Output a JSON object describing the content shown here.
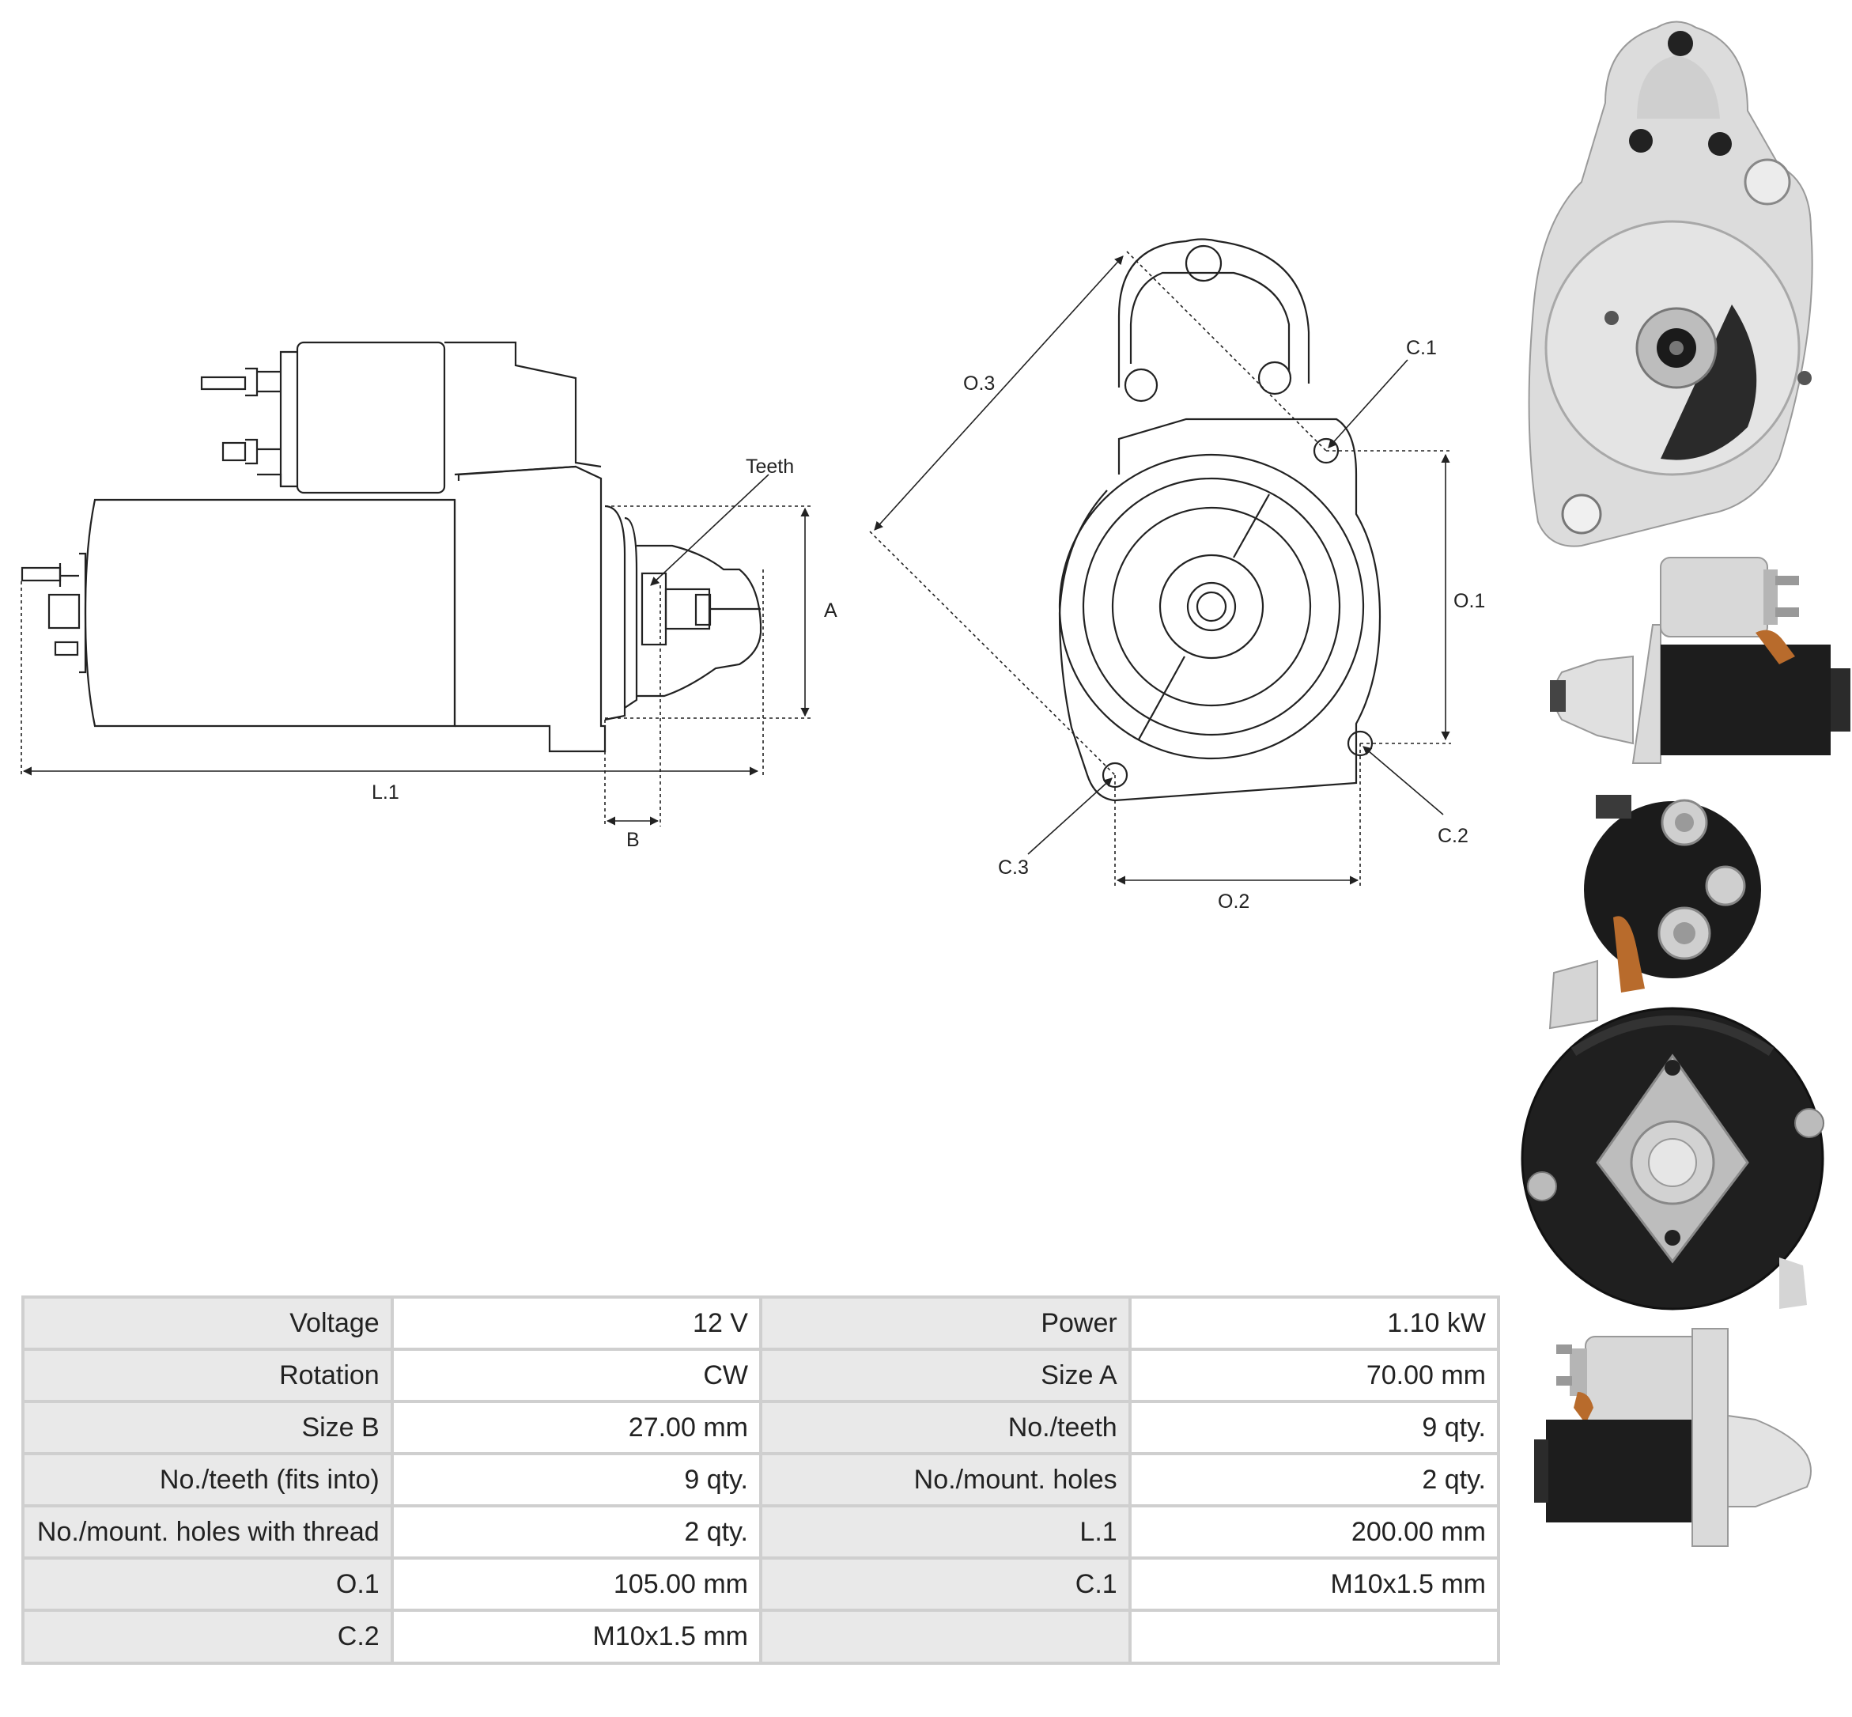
{
  "drawing": {
    "side_view": {
      "teeth": "Teeth",
      "a": "A",
      "b": "B",
      "l1": "L.1"
    },
    "front_view": {
      "o1": "O.1",
      "o2": "O.2",
      "o3": "O.3",
      "c1": "C.1",
      "c2": "C.2",
      "c3": "C.3"
    }
  },
  "photos": [
    "front-view-photo",
    "side-view-photo",
    "rear-view-photo",
    "opposite-side-photo"
  ],
  "specs": [
    [
      {
        "k": "Voltage",
        "v": "12 V"
      },
      {
        "k": "Power",
        "v": "1.10 kW"
      }
    ],
    [
      {
        "k": "Rotation",
        "v": "CW"
      },
      {
        "k": "Size A",
        "v": "70.00 mm"
      }
    ],
    [
      {
        "k": "Size B",
        "v": "27.00 mm"
      },
      {
        "k": "No./teeth",
        "v": "9 qty."
      }
    ],
    [
      {
        "k": "No./teeth (fits into)",
        "v": "9 qty."
      },
      {
        "k": "No./mount. holes",
        "v": "2 qty."
      }
    ],
    [
      {
        "k": "No./mount. holes with thread",
        "v": "2 qty."
      },
      {
        "k": "L.1",
        "v": "200.00 mm"
      }
    ],
    [
      {
        "k": "O.1",
        "v": "105.00 mm"
      },
      {
        "k": "C.1",
        "v": "M10x1.5 mm"
      }
    ],
    [
      {
        "k": "C.2",
        "v": "M10x1.5 mm"
      },
      {
        "k": "",
        "v": ""
      }
    ]
  ],
  "colors": {
    "aluminium": "#dcdcdc",
    "housing": "#1b1b1b",
    "copper": "#b86b2c",
    "table_border": "#cfcfcf",
    "key_bg": "#e9e9e9"
  }
}
